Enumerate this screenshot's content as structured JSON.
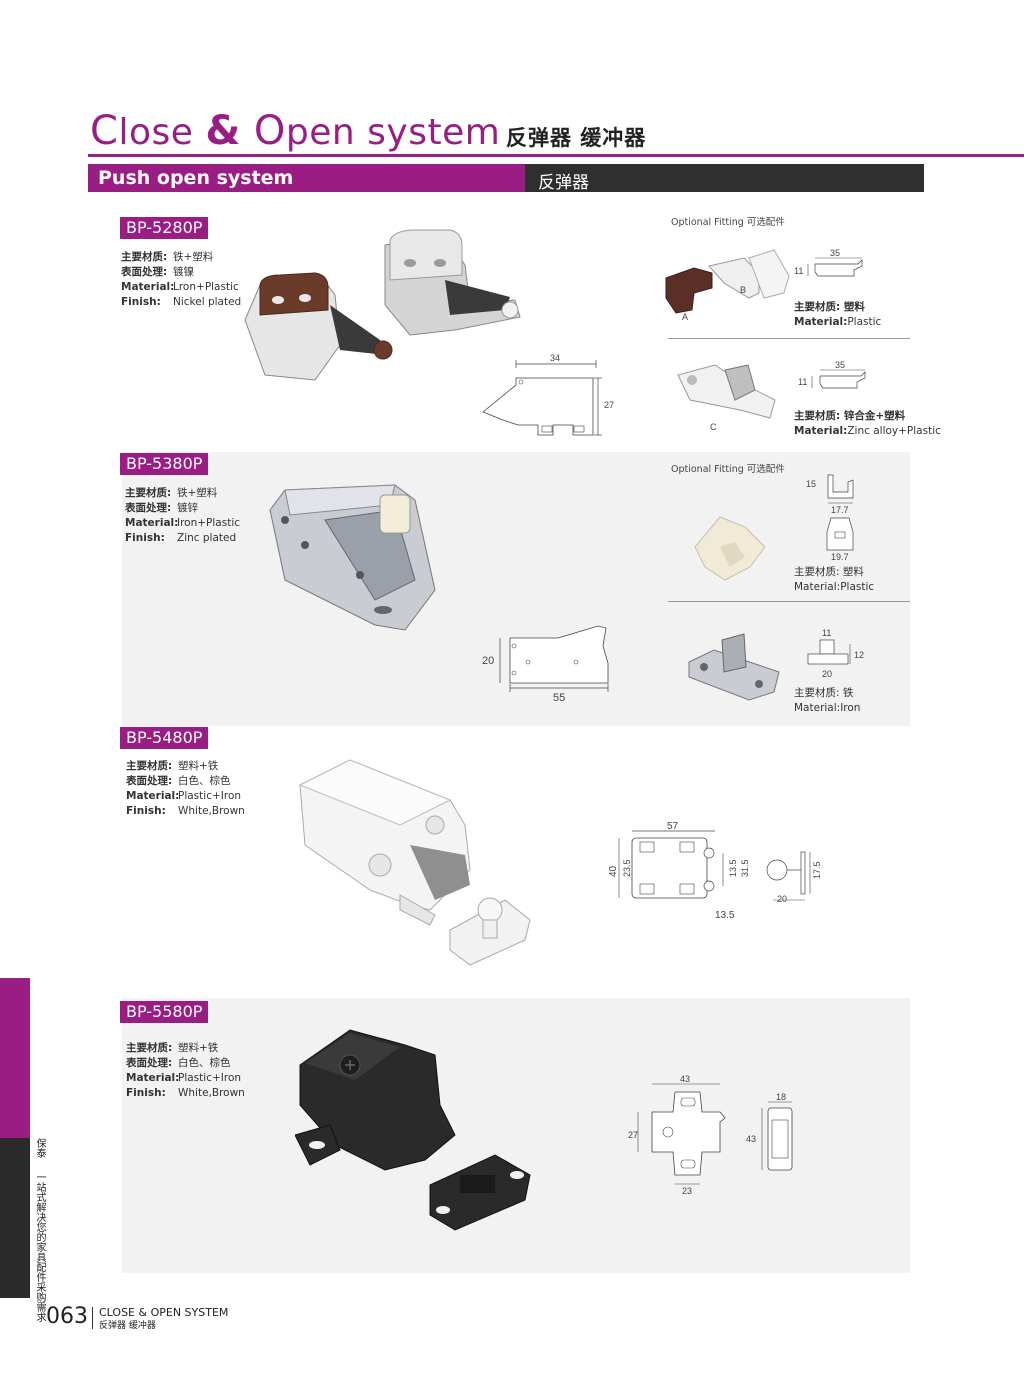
{
  "header": {
    "title_en_c": "C",
    "title_en_1": "lose ",
    "title_en_amp": "&",
    "title_en_o": " O",
    "title_en_2": "pen system",
    "title_cn": "反弹器 缓冲器",
    "section_en": "Push open system",
    "section_cn": "反弹器"
  },
  "products": [
    {
      "model": "BP-5280P",
      "specs": [
        {
          "k": "主要材质:",
          "v": "铁+塑料"
        },
        {
          "k": "表面处理:",
          "v": "镀镍"
        },
        {
          "k": "Material:",
          "v": "Lron+Plastic"
        },
        {
          "k": "Finish:",
          "v": "Nickel plated"
        }
      ],
      "dims": {
        "w": "34",
        "h": "27"
      },
      "optional_label": "Optional Fitting  可选配件",
      "fittings": [
        {
          "labels": [
            "A",
            "B"
          ],
          "dims": [
            "35",
            "11"
          ],
          "mat_cn": "主要材质: 塑料",
          "mat_en_k": "Material:",
          "mat_en_v": "Plastic"
        },
        {
          "labels": [
            "C"
          ],
          "dims": [
            "35",
            "11"
          ],
          "mat_cn": "主要材质: 锌合金+塑料",
          "mat_en_k": "Material:",
          "mat_en_v": "Zinc alloy+Plastic"
        }
      ]
    },
    {
      "model": "BP-5380P",
      "specs": [
        {
          "k": "主要材质:",
          "v": "铁+塑料"
        },
        {
          "k": "表面处理:",
          "v": "镀锌"
        },
        {
          "k": "Material:",
          "v": "Iron+Plastic"
        },
        {
          "k": "Finish:",
          "v": "Zinc plated"
        }
      ],
      "dims": {
        "w": "55",
        "h": "20"
      },
      "optional_label": "Optional Fitting  可选配件",
      "fittings": [
        {
          "dims": [
            "15",
            "17.7",
            "19.7"
          ],
          "mat_cn": "主要材质: 塑料",
          "mat_en": "Material:Plastic"
        },
        {
          "dims": [
            "11",
            "12",
            "20"
          ],
          "mat_cn": "主要材质: 铁",
          "mat_en": "Material:Iron"
        }
      ]
    },
    {
      "model": "BP-5480P",
      "specs": [
        {
          "k": "主要材质:",
          "v": "塑料+铁"
        },
        {
          "k": "表面处理:",
          "v": "白色、棕色"
        },
        {
          "k": "Material:",
          "v": "Plastic+Iron"
        },
        {
          "k": "Finish:",
          "v": "White,Brown"
        }
      ],
      "dims": [
        "57",
        "40",
        "23.5",
        "31.5",
        "13.5",
        "13.5",
        "17.5",
        "20"
      ]
    },
    {
      "model": "BP-5580P",
      "specs": [
        {
          "k": "主要材质:",
          "v": "塑料+铁"
        },
        {
          "k": "表面处理:",
          "v": "白色、棕色"
        },
        {
          "k": "Material:",
          "v": "Plastic+Iron"
        },
        {
          "k": "Finish:",
          "v": "White,Brown"
        }
      ],
      "dims": [
        "43",
        "27",
        "23",
        "18",
        "43"
      ]
    }
  ],
  "sidebar": {
    "brand": "保泰",
    "slogan": "一站式解决您的家具配件采购需求"
  },
  "footer": {
    "page": "063",
    "en": "CLOSE & OPEN SYSTEM",
    "cn": "反弹器 缓冲器"
  },
  "colors": {
    "accent": "#9a1d84",
    "dark": "#2f2f2f",
    "panel": "#f2f2f2"
  }
}
